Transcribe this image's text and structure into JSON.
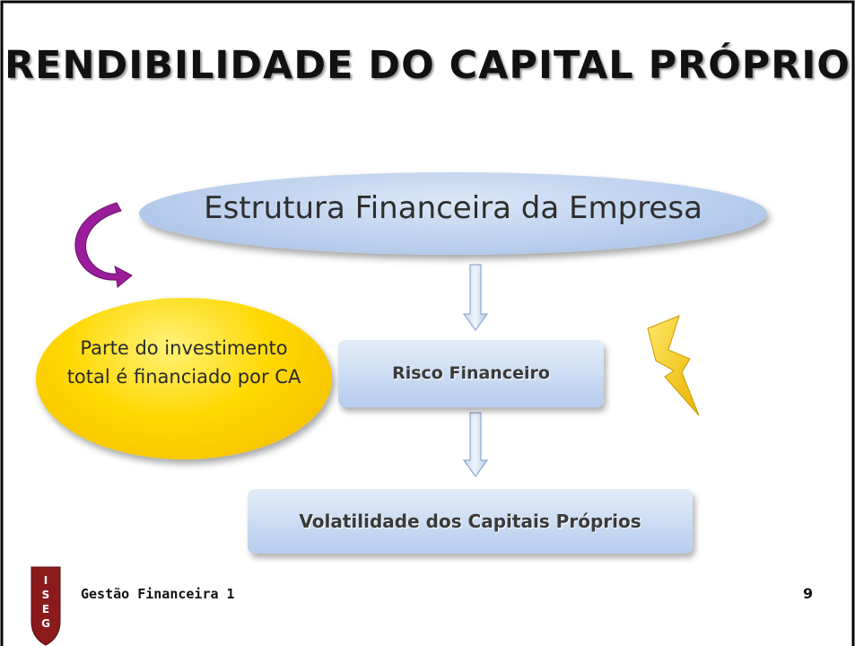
{
  "slide": {
    "title": "RENDIBILIDADE DO CAPITAL PRÓPRIO",
    "nodes": {
      "structure": "Estrutura Financeira da Empresa",
      "risk": "Risco Financeiro",
      "volatility": "Volatilidade dos Capitais Próprios",
      "note_line1": "Parte do investimento",
      "note_line2": "total é financiado por CA"
    },
    "footer": {
      "label": "Gestão Financeira 1",
      "page_number": "9",
      "logo_letters": "ISEG"
    }
  },
  "colors": {
    "node_fill": "#bcd1ee",
    "note_fill": "#ffd800",
    "curved_arrow": "#9b1d9b",
    "lightning": "#f5c400",
    "logo": "#8b1a1a"
  },
  "icons": [
    "curved-arrow-icon",
    "lightning-bolt-icon",
    "down-arrow-icon",
    "iseg-logo"
  ]
}
